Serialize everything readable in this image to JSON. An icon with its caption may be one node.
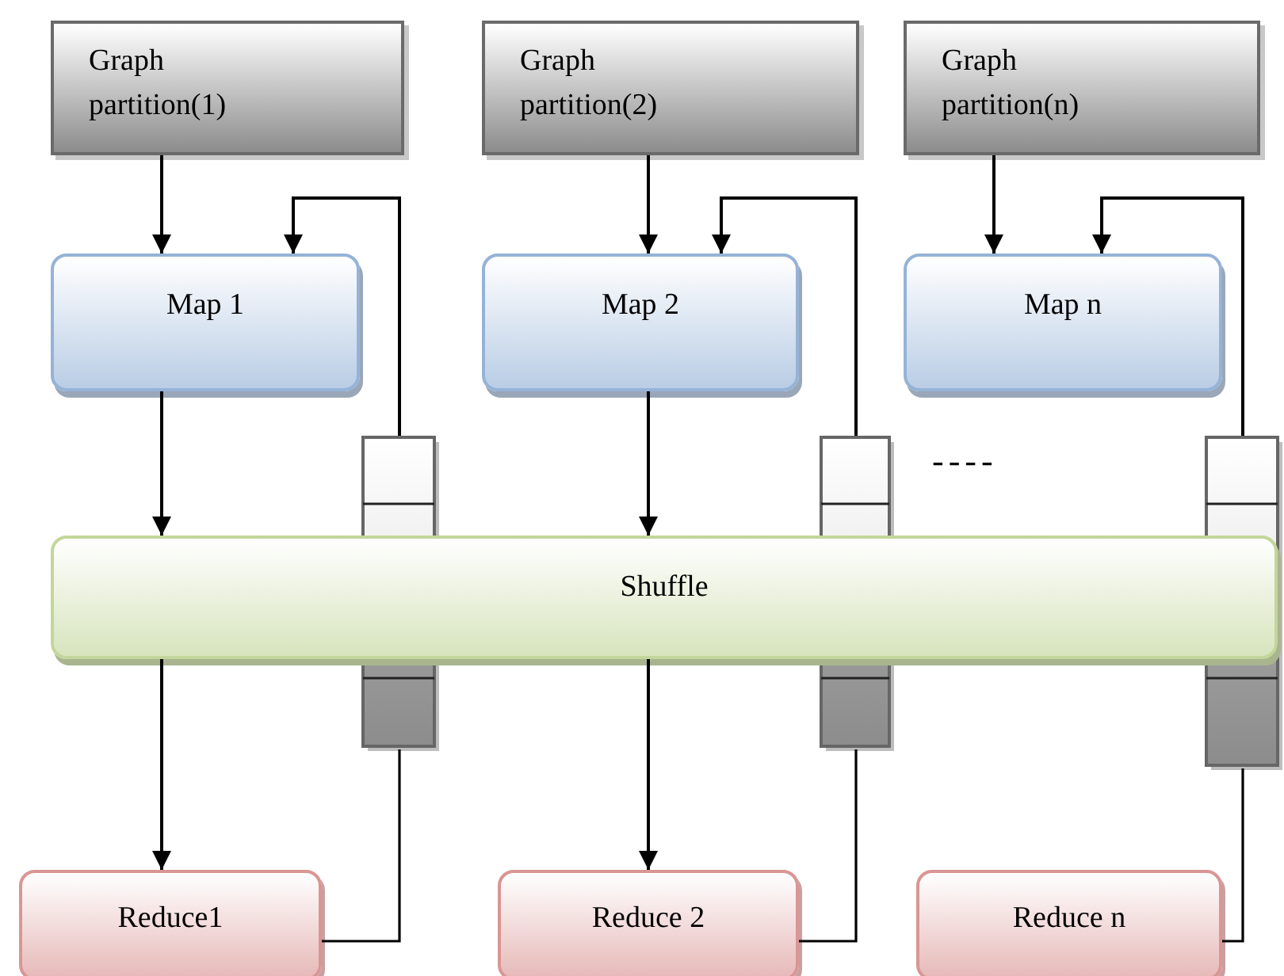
{
  "diagram": {
    "nodes": [
      {
        "text": [
          "Graph partition(1)"
        ]
      },
      {
        "text": [
          "Graph partition(2)"
        ]
      },
      {
        "text": [
          "Graph partition(n)"
        ]
      },
      {
        "text": [
          "Map 1"
        ]
      },
      {
        "text": [
          "Map 2"
        ]
      },
      {
        "text": [
          "Map n"
        ]
      },
      {
        "text": [],
        "shape": "bar"
      },
      {
        "text": [],
        "shape": "bar"
      },
      {
        "text": [],
        "shape": "bar"
      },
      {
        "text": [
          "Shuffle"
        ]
      },
      {
        "text": [
          "Reduce1"
        ]
      },
      {
        "text": [
          "Reduce 2"
        ]
      },
      {
        "text": [
          "Reduce n"
        ]
      }
    ],
    "edges": [
      {
        "from": 0,
        "to": 3,
        "arrow": "to"
      },
      {
        "from": 1,
        "to": 4,
        "arrow": "to"
      },
      {
        "from": 2,
        "to": 5,
        "arrow": "to"
      },
      {
        "from": 6,
        "to": 3,
        "arrow": "to"
      },
      {
        "from": 7,
        "to": 4,
        "arrow": "to"
      },
      {
        "from": 8,
        "to": 5,
        "arrow": "to"
      },
      {
        "from": 3,
        "to": 9,
        "arrow": "to"
      },
      {
        "from": 4,
        "to": 9,
        "arrow": "to"
      },
      {
        "from": 9,
        "to": 10,
        "arrow": "to"
      },
      {
        "from": 9,
        "to": 11,
        "arrow": "to"
      },
      {
        "from": 10,
        "to": 6,
        "arrow": "none"
      },
      {
        "from": 11,
        "to": 7,
        "arrow": "none"
      },
      {
        "from": 12,
        "to": 8,
        "arrow": "none"
      }
    ],
    "labels": [
      "----"
    ]
  }
}
